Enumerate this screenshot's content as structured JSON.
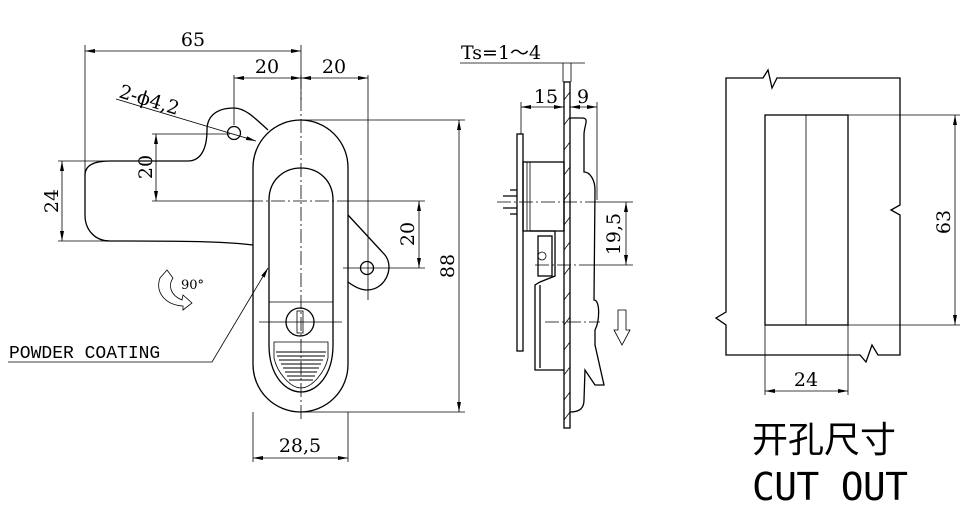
{
  "front_view": {
    "dim_overall_width": "65",
    "dim_left_hole": "20",
    "dim_right_hole": "20",
    "hole_spec": "2-ϕ4,2",
    "dim_handle_height": "24",
    "dim_hole_offset_left": "20",
    "dim_hole_offset_right": "20",
    "dim_body_height": "88",
    "dim_body_width": "28,5",
    "rotation_label": "90°",
    "finish_label": "POWDER COATING"
  },
  "side_view": {
    "thickness_label": "Ts=1～4",
    "dim_back_depth": "15",
    "dim_front_depth": "9",
    "dim_screw_offset": "19,5"
  },
  "cutout_view": {
    "dim_height": "63",
    "dim_width": "24",
    "title_cn": "开孔尺寸",
    "title_en": "CUT OUT"
  }
}
